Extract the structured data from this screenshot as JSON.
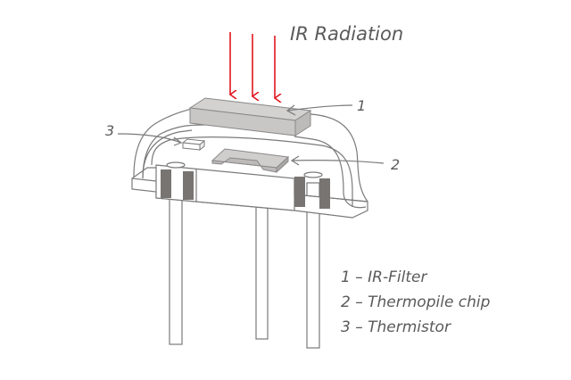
{
  "title": "IR Radiation",
  "colors": {
    "arrow": "#e0161e",
    "filter": "#c9c7c6",
    "seal": "#777472",
    "stroke": "#7a7a7a"
  },
  "callouts": {
    "c1": "1",
    "c2": "2",
    "c3": "3"
  },
  "legend": [
    {
      "number": "1",
      "dash": "–",
      "label": "IR-Filter"
    },
    {
      "number": "2",
      "dash": "–",
      "label": "Thermopile chip"
    },
    {
      "number": "3",
      "dash": "–",
      "label": "Thermistor"
    }
  ]
}
